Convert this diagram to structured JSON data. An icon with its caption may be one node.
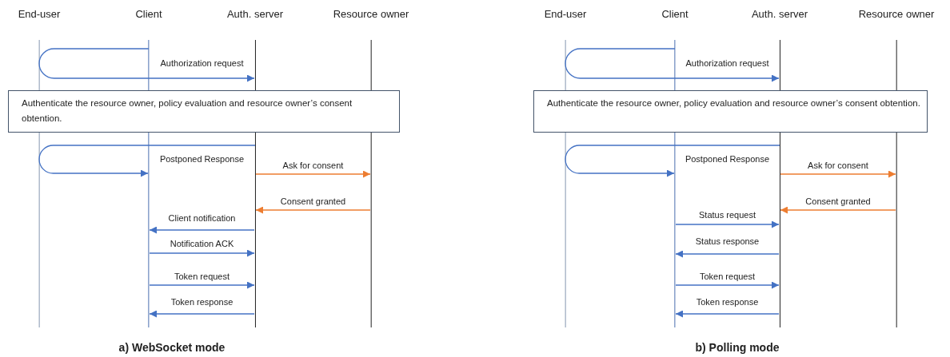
{
  "diagram": {
    "nodes": [
      {
        "text": [
          "End-user"
        ]
      },
      {
        "text": [
          "Client"
        ]
      },
      {
        "text": [
          "Auth. server"
        ]
      },
      {
        "text": [
          "Resource owner"
        ]
      },
      {
        "text": [
          "Authenticate the resource owner, policy evaluation and resource owner’s consent obtention."
        ]
      },
      {
        "text": [
          "End-user"
        ]
      },
      {
        "text": [
          "Client"
        ]
      },
      {
        "text": [
          "Auth. server"
        ]
      },
      {
        "text": [
          "Resource owner"
        ]
      },
      {
        "text": [
          "Authenticate the resource owner, policy evaluation and resource owner’s consent obtention."
        ]
      }
    ],
    "edges": [
      {
        "from": 1,
        "to": 2,
        "arrow": "to",
        "label": "Authorization request"
      },
      {
        "from": 2,
        "to": 1,
        "arrow": "to",
        "label": "Postponed Response"
      },
      {
        "from": 2,
        "to": 3,
        "arrow": "to",
        "label": "Ask for consent",
        "color": "#ed7d31"
      },
      {
        "from": 3,
        "to": 2,
        "arrow": "to",
        "label": "Consent granted",
        "color": "#ed7d31"
      },
      {
        "from": 2,
        "to": 1,
        "arrow": "to",
        "label": "Client notification"
      },
      {
        "from": 1,
        "to": 2,
        "arrow": "to",
        "label": "Notification ACK"
      },
      {
        "from": 1,
        "to": 2,
        "arrow": "to",
        "label": "Token request"
      },
      {
        "from": 2,
        "to": 1,
        "arrow": "to",
        "label": "Token response"
      },
      {
        "from": 6,
        "to": 7,
        "arrow": "to",
        "label": "Authorization request"
      },
      {
        "from": 7,
        "to": 6,
        "arrow": "to",
        "label": "Postponed Response"
      },
      {
        "from": 7,
        "to": 8,
        "arrow": "to",
        "label": "Ask for consent",
        "color": "#ed7d31"
      },
      {
        "from": 8,
        "to": 7,
        "arrow": "to",
        "label": "Consent granted",
        "color": "#ed7d31"
      },
      {
        "from": 6,
        "to": 7,
        "arrow": "to",
        "label": "Status request"
      },
      {
        "from": 7,
        "to": 6,
        "arrow": "to",
        "label": "Status response"
      },
      {
        "from": 6,
        "to": 7,
        "arrow": "to",
        "label": "Token request"
      },
      {
        "from": 7,
        "to": 6,
        "arrow": "to",
        "label": "Token response"
      }
    ],
    "labels": [
      "a) WebSocket mode",
      "b) Polling mode"
    ]
  }
}
